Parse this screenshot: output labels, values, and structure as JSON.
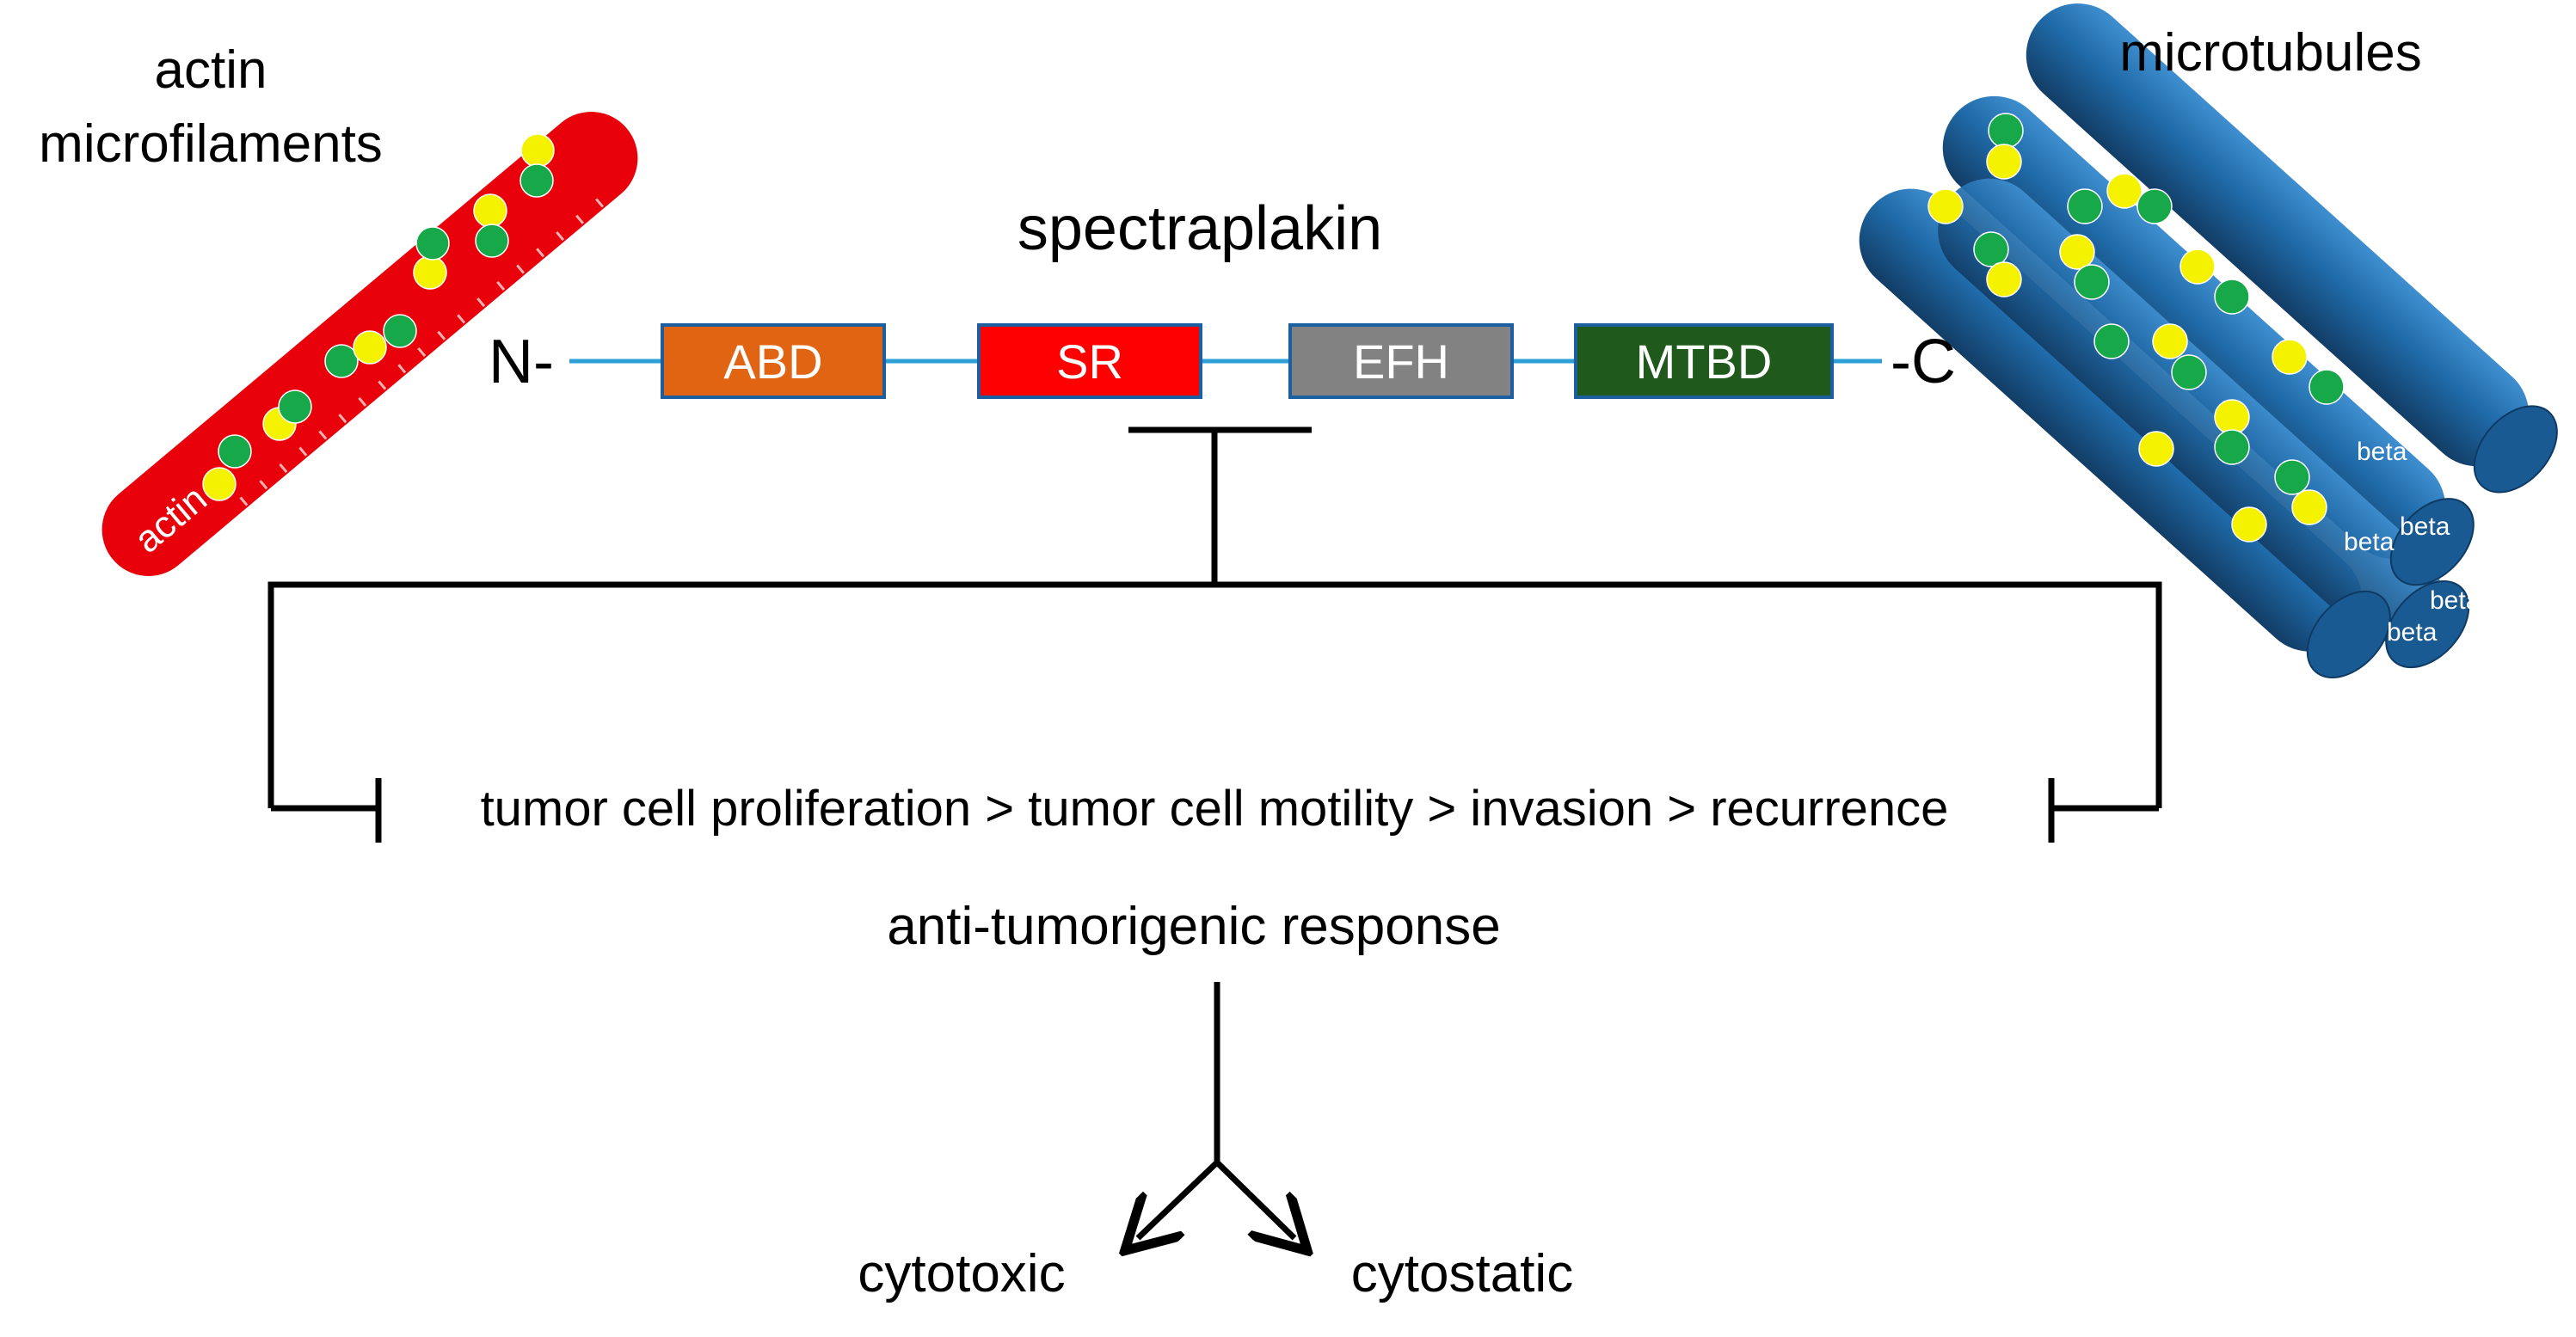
{
  "labels": {
    "actin_title_line1": "actin",
    "actin_title_line2": "microfilaments",
    "actin_rod_label": "actin",
    "microtubules_title": "microtubules",
    "tubulin_subunit_label": "beta",
    "protein_name": "spectraplakin",
    "n_terminus": "N-",
    "c_terminus": "-C",
    "domain_abd": "ABD",
    "domain_sr": "SR",
    "domain_efh": "EFH",
    "domain_mtbd": "MTBD",
    "process_chain": "tumor cell proliferation > tumor cell motility > invasion > recurrence",
    "response": "anti-tumorigenic response",
    "outcome_left": "cytotoxic",
    "outcome_right": "cytostatic"
  },
  "colors": {
    "actin_rod": "#e8000a",
    "microtubule": "#1f5f98",
    "subunit_yellow": "#f5f200",
    "subunit_green": "#17a84a",
    "domain_abd": "#e06412",
    "domain_sr": "#ff0000",
    "domain_efh": "#828282",
    "domain_mtbd": "#1f5a1c",
    "domain_border": "#1c5fa0",
    "backbone": "#2b9fd6",
    "line": "#000000"
  }
}
